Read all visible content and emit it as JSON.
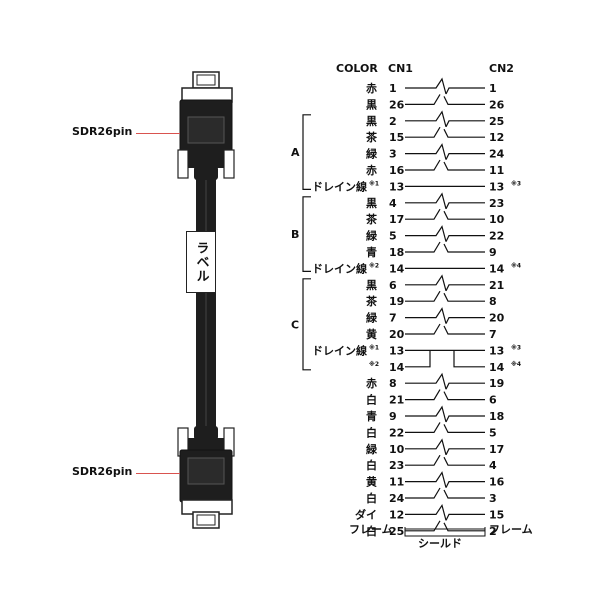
{
  "connector_label_top": "SDR26pin",
  "connector_label_bottom": "SDR26pin",
  "cable_label": "ラベル",
  "header": {
    "color": "COLOR",
    "cn1": "CN1",
    "cn2": "CN2"
  },
  "groups": [
    "A",
    "B",
    "C"
  ],
  "frame_left": "フレーム",
  "frame_right": "フレーム",
  "shield": "シールド",
  "colors": {
    "accent_line": "#d9534f",
    "ink": "#111111",
    "connector": "#1e1e1e"
  },
  "rows": [
    {
      "color": "赤",
      "cn1": "1",
      "cn2": "1",
      "type": "pair",
      "note1": "",
      "note2": ""
    },
    {
      "color": "黒",
      "cn1": "26",
      "cn2": "26",
      "type": "pair-end",
      "note1": "",
      "note2": ""
    },
    {
      "color": "黒",
      "cn1": "2",
      "cn2": "25",
      "type": "pair",
      "note1": "",
      "note2": ""
    },
    {
      "color": "茶",
      "cn1": "15",
      "cn2": "12",
      "type": "pair-end",
      "note1": "",
      "note2": ""
    },
    {
      "color": "緑",
      "cn1": "3",
      "cn2": "24",
      "type": "pair",
      "note1": "",
      "note2": ""
    },
    {
      "color": "赤",
      "cn1": "16",
      "cn2": "11",
      "type": "pair-end",
      "note1": "",
      "note2": ""
    },
    {
      "color": "ドレイン線",
      "cn1": "13",
      "cn2": "13",
      "type": "drain",
      "note1": "※1",
      "note2": "※3"
    },
    {
      "color": "黒",
      "cn1": "4",
      "cn2": "23",
      "type": "pair",
      "note1": "",
      "note2": ""
    },
    {
      "color": "茶",
      "cn1": "17",
      "cn2": "10",
      "type": "pair-end",
      "note1": "",
      "note2": ""
    },
    {
      "color": "緑",
      "cn1": "5",
      "cn2": "22",
      "type": "pair",
      "note1": "",
      "note2": ""
    },
    {
      "color": "青",
      "cn1": "18",
      "cn2": "9",
      "type": "pair-end",
      "note1": "",
      "note2": ""
    },
    {
      "color": "ドレイン線",
      "cn1": "14",
      "cn2": "14",
      "type": "drain",
      "note1": "※2",
      "note2": "※4"
    },
    {
      "color": "黒",
      "cn1": "6",
      "cn2": "21",
      "type": "pair",
      "note1": "",
      "note2": ""
    },
    {
      "color": "茶",
      "cn1": "19",
      "cn2": "8",
      "type": "pair-end",
      "note1": "",
      "note2": ""
    },
    {
      "color": "緑",
      "cn1": "7",
      "cn2": "20",
      "type": "pair",
      "note1": "",
      "note2": ""
    },
    {
      "color": "黄",
      "cn1": "20",
      "cn2": "7",
      "type": "pair-end",
      "note1": "",
      "note2": ""
    },
    {
      "color": "ドレイン線",
      "cn1": "13",
      "cn2": "13",
      "type": "split-top",
      "note1": "※1",
      "note2": "※3"
    },
    {
      "color": "",
      "cn1": "14",
      "cn2": "14",
      "type": "split-bottom",
      "note1": "※2",
      "note2": "※4"
    },
    {
      "color": "赤",
      "cn1": "8",
      "cn2": "19",
      "type": "pair",
      "note1": "",
      "note2": ""
    },
    {
      "color": "白",
      "cn1": "21",
      "cn2": "6",
      "type": "pair-end",
      "note1": "",
      "note2": ""
    },
    {
      "color": "青",
      "cn1": "9",
      "cn2": "18",
      "type": "pair",
      "note1": "",
      "note2": ""
    },
    {
      "color": "白",
      "cn1": "22",
      "cn2": "5",
      "type": "pair-end",
      "note1": "",
      "note2": ""
    },
    {
      "color": "緑",
      "cn1": "10",
      "cn2": "17",
      "type": "pair",
      "note1": "",
      "note2": ""
    },
    {
      "color": "白",
      "cn1": "23",
      "cn2": "4",
      "type": "pair-end",
      "note1": "",
      "note2": ""
    },
    {
      "color": "黄",
      "cn1": "11",
      "cn2": "16",
      "type": "pair",
      "note1": "",
      "note2": ""
    },
    {
      "color": "白",
      "cn1": "24",
      "cn2": "3",
      "type": "pair-end",
      "note1": "",
      "note2": ""
    },
    {
      "color": "ダイ",
      "cn1": "12",
      "cn2": "15",
      "type": "pair",
      "note1": "",
      "note2": ""
    },
    {
      "color": "白",
      "cn1": "25",
      "cn2": "2",
      "type": "pair-end",
      "note1": "",
      "note2": ""
    }
  ]
}
